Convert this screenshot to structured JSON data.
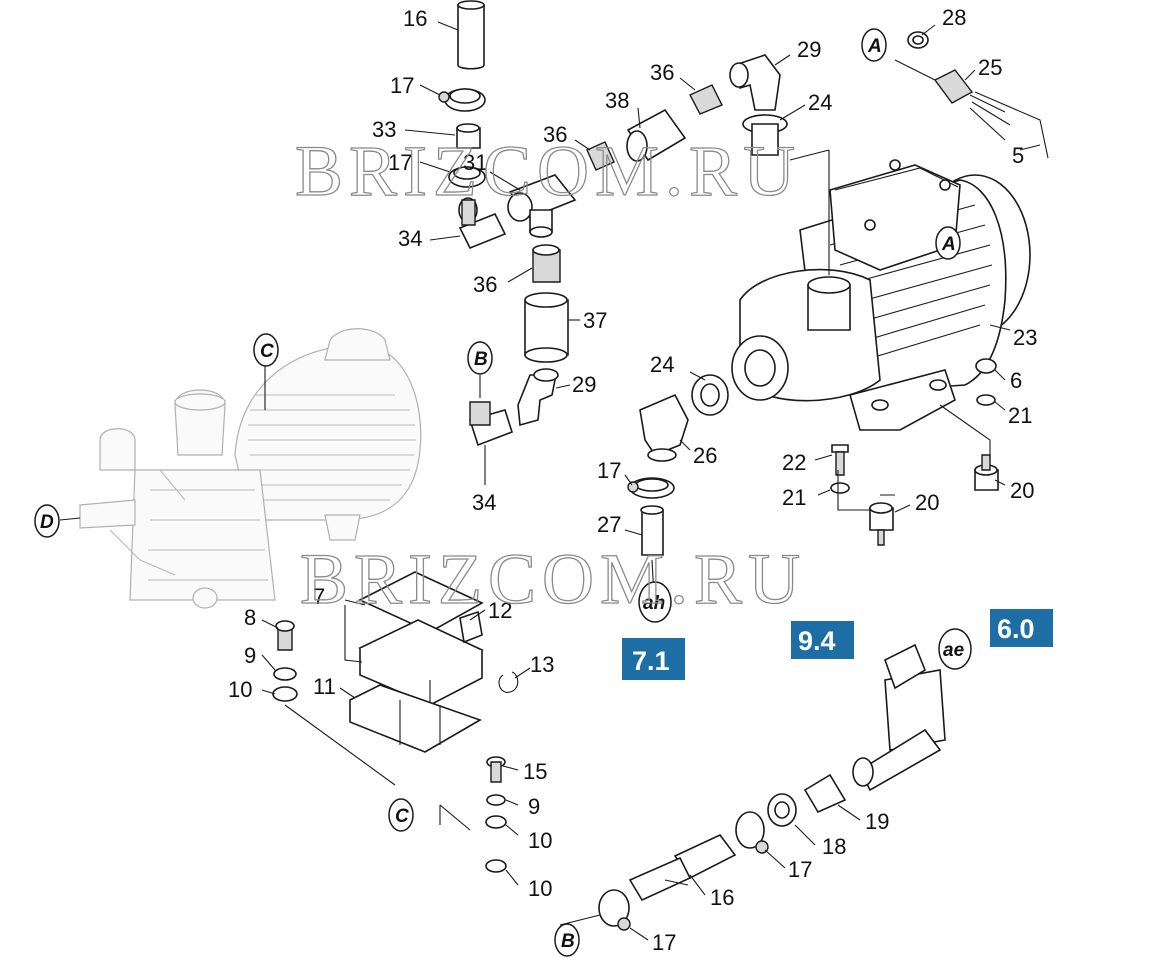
{
  "watermark_text": "BRIZCOM.RU",
  "callouts": [
    {
      "id": "c16a",
      "label": "16"
    },
    {
      "id": "c17a",
      "label": "17"
    },
    {
      "id": "c33",
      "label": "33"
    },
    {
      "id": "c17b",
      "label": "17"
    },
    {
      "id": "c31",
      "label": "31"
    },
    {
      "id": "c36a",
      "label": "36"
    },
    {
      "id": "c34a",
      "label": "34"
    },
    {
      "id": "c36b",
      "label": "36"
    },
    {
      "id": "c37",
      "label": "37"
    },
    {
      "id": "c38",
      "label": "38"
    },
    {
      "id": "c36c",
      "label": "36"
    },
    {
      "id": "c29a",
      "label": "29"
    },
    {
      "id": "c24a",
      "label": "24"
    },
    {
      "id": "c28",
      "label": "28"
    },
    {
      "id": "c25",
      "label": "25"
    },
    {
      "id": "c5",
      "label": "5"
    },
    {
      "id": "c23",
      "label": "23"
    },
    {
      "id": "c6",
      "label": "6"
    },
    {
      "id": "c21a",
      "label": "21"
    },
    {
      "id": "c20a",
      "label": "20"
    },
    {
      "id": "c22",
      "label": "22"
    },
    {
      "id": "c21b",
      "label": "21"
    },
    {
      "id": "c20b",
      "label": "20"
    },
    {
      "id": "c24b",
      "label": "24"
    },
    {
      "id": "c26",
      "label": "26"
    },
    {
      "id": "c17c",
      "label": "17"
    },
    {
      "id": "c27",
      "label": "27"
    },
    {
      "id": "c29b",
      "label": "29"
    },
    {
      "id": "c34b",
      "label": "34"
    },
    {
      "id": "c7",
      "label": "7"
    },
    {
      "id": "c12",
      "label": "12"
    },
    {
      "id": "c8",
      "label": "8"
    },
    {
      "id": "c9a",
      "label": "9"
    },
    {
      "id": "c10a",
      "label": "10"
    },
    {
      "id": "c11",
      "label": "11"
    },
    {
      "id": "c13",
      "label": "13"
    },
    {
      "id": "c15",
      "label": "15"
    },
    {
      "id": "c9b",
      "label": "9"
    },
    {
      "id": "c10b",
      "label": "10"
    },
    {
      "id": "c10c",
      "label": "10"
    },
    {
      "id": "c19",
      "label": "19"
    },
    {
      "id": "c18",
      "label": "18"
    },
    {
      "id": "c17d",
      "label": "17"
    },
    {
      "id": "c16b",
      "label": "16"
    },
    {
      "id": "c17e",
      "label": "17"
    }
  ],
  "ref_markers": [
    {
      "id": "rA1",
      "label": "A"
    },
    {
      "id": "rA2",
      "label": "A"
    },
    {
      "id": "rB1",
      "label": "B"
    },
    {
      "id": "rB2",
      "label": "B"
    },
    {
      "id": "rC1",
      "label": "C"
    },
    {
      "id": "rC2",
      "label": "C"
    },
    {
      "id": "rD",
      "label": "D"
    },
    {
      "id": "rah",
      "label": "ah"
    },
    {
      "id": "rae",
      "label": "ae"
    }
  ],
  "section_badges": [
    {
      "id": "b71",
      "label": "7.1"
    },
    {
      "id": "b94",
      "label": "9.4"
    },
    {
      "id": "b60",
      "label": "6.0"
    }
  ]
}
